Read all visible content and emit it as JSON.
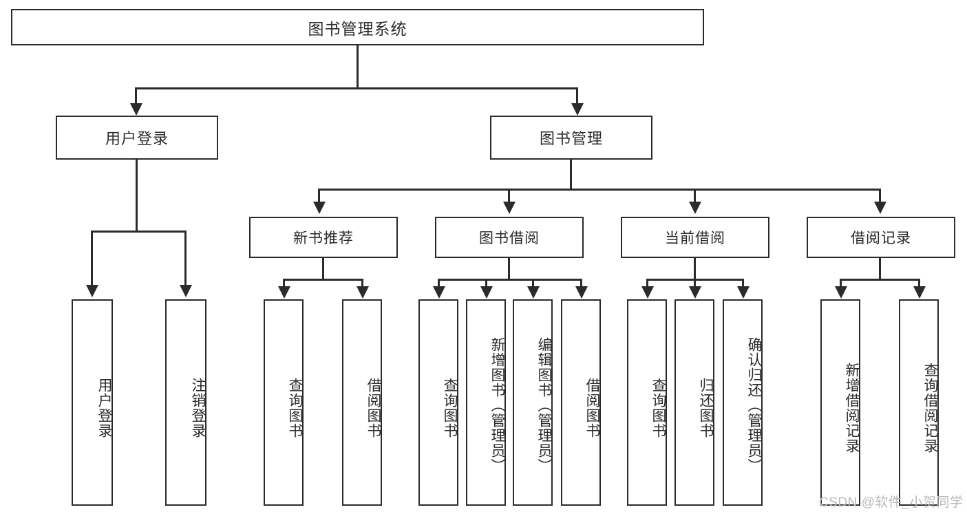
{
  "diagram": {
    "type": "tree-hierarchy",
    "root": {
      "label": "图书管理系统"
    },
    "level2": [
      {
        "label": "用户登录"
      },
      {
        "label": "图书管理"
      }
    ],
    "level3": [
      {
        "label": "新书推荐"
      },
      {
        "label": "图书借阅"
      },
      {
        "label": "当前借阅"
      },
      {
        "label": "借阅记录"
      }
    ],
    "leaves": {
      "user_login": [
        {
          "label": "用户登录"
        },
        {
          "label": "注销登录"
        }
      ],
      "new_book_recommend": [
        {
          "label": "查询图书"
        },
        {
          "label": "借阅图书"
        }
      ],
      "book_borrow": [
        {
          "label": "查询图书"
        },
        {
          "label": "新增图书（管理员）"
        },
        {
          "label": "编辑图书（管理员）"
        },
        {
          "label": "借阅图书"
        }
      ],
      "current_borrow": [
        {
          "label": "查询图书"
        },
        {
          "label": "归还图书"
        },
        {
          "label": "确认归还（管理员）"
        }
      ],
      "borrow_record": [
        {
          "label": "新增借阅记录"
        },
        {
          "label": "查询借阅记录"
        }
      ]
    }
  },
  "watermark": {
    "text": "CSDN @软件_小贺同学"
  },
  "colors": {
    "stroke": "#2b2b2b",
    "background": "#ffffff",
    "watermark": "#b9b9b9"
  }
}
